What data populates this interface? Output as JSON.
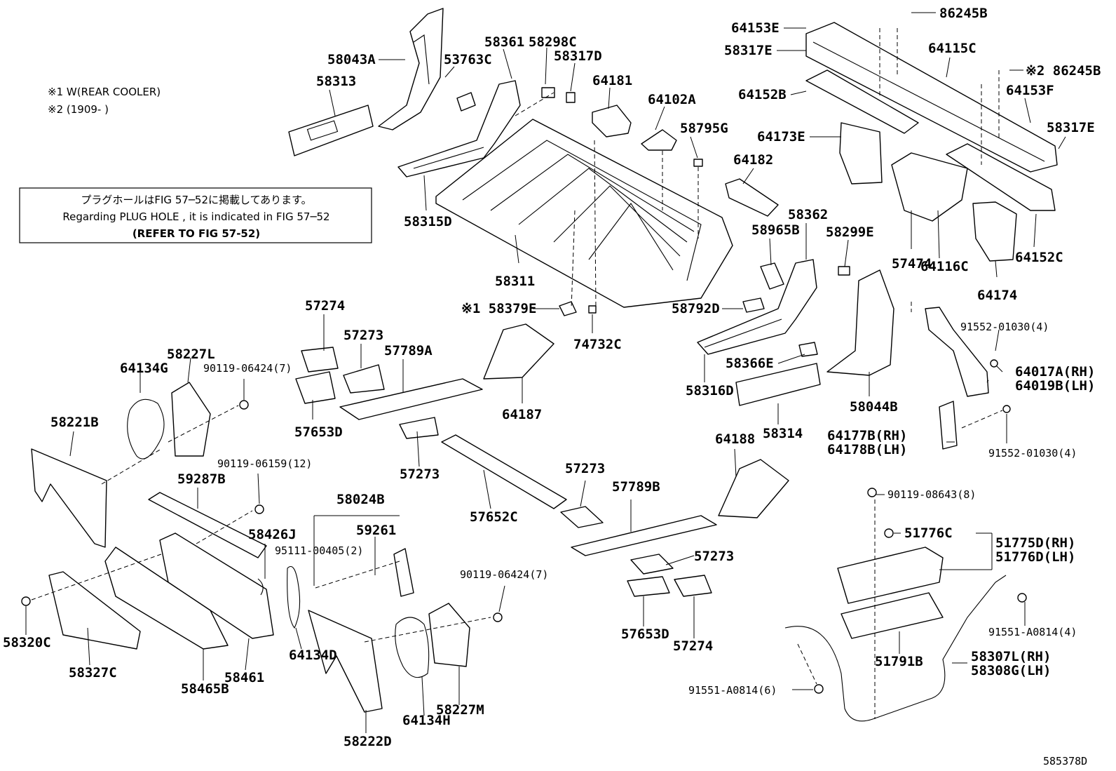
{
  "notes": {
    "line1": "※1 W(REAR COOLER)",
    "line2": "※2 (1909-        )"
  },
  "ref_box": {
    "line1": "プラグホールはFIG 57─52に掲載してあります。",
    "line2": "Regarding  PLUG  HOLE , it is indicated in  FIG  57─52",
    "line3": "(REFER TO FIG 57-52)"
  },
  "figure_code": "585378D",
  "labels": [
    {
      "id": "p58043A",
      "text": "58043A"
    },
    {
      "id": "p58313",
      "text": "58313"
    },
    {
      "id": "p53763C",
      "text": "53763C"
    },
    {
      "id": "p58361",
      "text": "58361"
    },
    {
      "id": "p58298C",
      "text": "58298C"
    },
    {
      "id": "p58317D",
      "text": "58317D"
    },
    {
      "id": "p64181",
      "text": "64181"
    },
    {
      "id": "p64102A",
      "text": "64102A"
    },
    {
      "id": "p58795G",
      "text": "58795G"
    },
    {
      "id": "p58315D",
      "text": "58315D"
    },
    {
      "id": "p58311",
      "text": "58311"
    },
    {
      "id": "p64153E",
      "text": "64153E"
    },
    {
      "id": "p86245B_1",
      "text": "86245B"
    },
    {
      "id": "p58317E_1",
      "text": "58317E"
    },
    {
      "id": "p64115C",
      "text": "64115C"
    },
    {
      "id": "p86245B_2",
      "text": "※2 86245B"
    },
    {
      "id": "p64152B",
      "text": "64152B"
    },
    {
      "id": "p64153F",
      "text": "64153F"
    },
    {
      "id": "p58317E_2",
      "text": "58317E"
    },
    {
      "id": "p64173E",
      "text": "64173E"
    },
    {
      "id": "p64182",
      "text": "64182"
    },
    {
      "id": "p58362",
      "text": "58362"
    },
    {
      "id": "p58965B",
      "text": "58965B"
    },
    {
      "id": "p58299E",
      "text": "58299E"
    },
    {
      "id": "p57474",
      "text": "57474"
    },
    {
      "id": "p64116C",
      "text": "64116C"
    },
    {
      "id": "p64152C",
      "text": "64152C"
    },
    {
      "id": "p64174",
      "text": "64174"
    },
    {
      "id": "p58379E",
      "text": "※1 58379E"
    },
    {
      "id": "p58792D",
      "text": "58792D"
    },
    {
      "id": "p74732C",
      "text": "74732C"
    },
    {
      "id": "p57274_1",
      "text": "57274"
    },
    {
      "id": "p57273_1",
      "text": "57273"
    },
    {
      "id": "p57789A",
      "text": "57789A"
    },
    {
      "id": "p64187",
      "text": "64187"
    },
    {
      "id": "p57653D_1",
      "text": "57653D"
    },
    {
      "id": "p57273_2",
      "text": "57273"
    },
    {
      "id": "p58366E",
      "text": "58366E"
    },
    {
      "id": "p58316D",
      "text": "58316D"
    },
    {
      "id": "p58314",
      "text": "58314"
    },
    {
      "id": "p58044B",
      "text": "58044B"
    },
    {
      "id": "p91552_1",
      "text": "91552-01030(4)"
    },
    {
      "id": "p64017A",
      "text": "64017A(RH)"
    },
    {
      "id": "p64019B",
      "text": "64019B(LH)"
    },
    {
      "id": "p64177B",
      "text": "64177B(RH)"
    },
    {
      "id": "p64178B",
      "text": "64178B(LH)"
    },
    {
      "id": "p91552_2",
      "text": "91552-01030(4)"
    },
    {
      "id": "p64134G",
      "text": "64134G"
    },
    {
      "id": "p58227L",
      "text": "58227L"
    },
    {
      "id": "p90119_06424_1",
      "text": "90119-06424(7)"
    },
    {
      "id": "p58221B",
      "text": "58221B"
    },
    {
      "id": "p90119_06159",
      "text": "90119-06159(12)"
    },
    {
      "id": "p59287B",
      "text": "59287B"
    },
    {
      "id": "p58024B",
      "text": "58024B"
    },
    {
      "id": "p59261",
      "text": "59261"
    },
    {
      "id": "p58426J",
      "text": "58426J"
    },
    {
      "id": "p95111",
      "text": "95111-00405(2)"
    },
    {
      "id": "p57652C",
      "text": "57652C"
    },
    {
      "id": "p64188",
      "text": "64188"
    },
    {
      "id": "p57273_3",
      "text": "57273"
    },
    {
      "id": "p57789B",
      "text": "57789B"
    },
    {
      "id": "p57273_4",
      "text": "57273"
    },
    {
      "id": "p90119_06424_2",
      "text": "90119-06424(7)"
    },
    {
      "id": "p57653D_2",
      "text": "57653D"
    },
    {
      "id": "p57274_2",
      "text": "57274"
    },
    {
      "id": "p58320C",
      "text": "58320C"
    },
    {
      "id": "p58327C",
      "text": "58327C"
    },
    {
      "id": "p58465B",
      "text": "58465B"
    },
    {
      "id": "p58461",
      "text": "58461"
    },
    {
      "id": "p64134D",
      "text": "64134D"
    },
    {
      "id": "p58227M",
      "text": "58227M"
    },
    {
      "id": "p64134H",
      "text": "64134H"
    },
    {
      "id": "p58222D",
      "text": "58222D"
    },
    {
      "id": "p90119_08643",
      "text": "90119-08643(8)"
    },
    {
      "id": "p51776C",
      "text": "51776C"
    },
    {
      "id": "p51775D",
      "text": "51775D(RH)"
    },
    {
      "id": "p51776D",
      "text": "51776D(LH)"
    },
    {
      "id": "p91551_1",
      "text": "91551-A0814(4)"
    },
    {
      "id": "p51791B",
      "text": "51791B"
    },
    {
      "id": "p58307L",
      "text": "58307L(RH)"
    },
    {
      "id": "p58308G",
      "text": "58308G(LH)"
    },
    {
      "id": "p91551_2",
      "text": "91551-A0814(6)"
    }
  ]
}
